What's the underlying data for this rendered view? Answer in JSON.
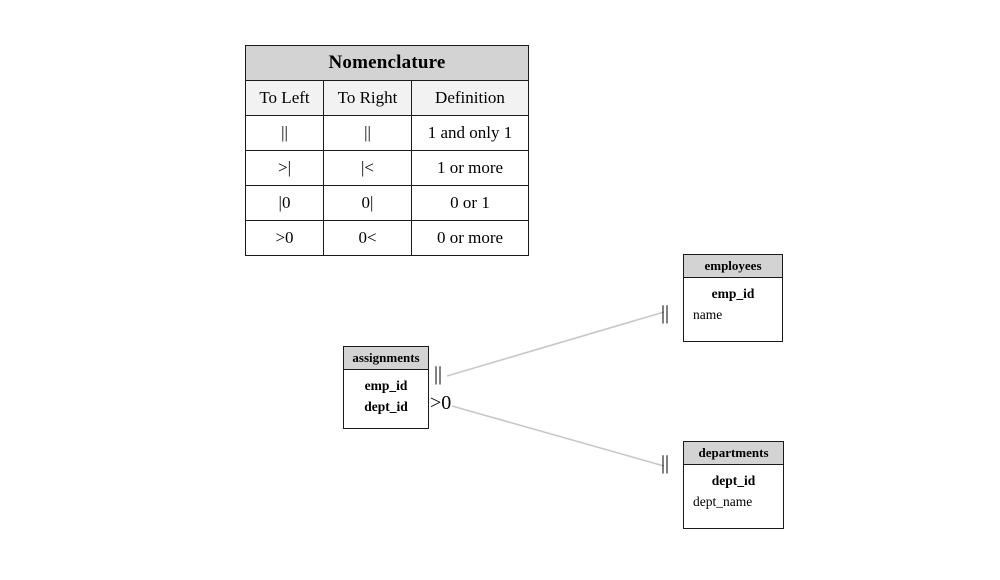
{
  "legend": {
    "title": "Nomenclature",
    "columns": [
      "To Left",
      "To Right",
      "Definition"
    ],
    "rows": [
      {
        "to_left": "||",
        "to_right": "||",
        "definition": "1 and only 1"
      },
      {
        "to_left": ">|",
        "to_right": "|<",
        "definition": "1 or more"
      },
      {
        "to_left": "|0",
        "to_right": "0|",
        "definition": "0 or 1"
      },
      {
        "to_left": ">0",
        "to_right": "0<",
        "definition": "0 or more"
      }
    ]
  },
  "entities": [
    {
      "id": "assignments",
      "name": "assignments",
      "fields": [
        {
          "label": "emp_id",
          "key": true
        },
        {
          "label": "dept_id",
          "key": true
        }
      ]
    },
    {
      "id": "employees",
      "name": "employees",
      "fields": [
        {
          "label": "emp_id",
          "key": true
        },
        {
          "label": "name",
          "key": false
        }
      ]
    },
    {
      "id": "departments",
      "name": "departments",
      "fields": [
        {
          "label": "dept_id",
          "key": true
        },
        {
          "label": "dept_name",
          "key": false
        }
      ]
    }
  ],
  "relationships": [
    {
      "id": "assignments-employees",
      "from": "assignments",
      "to": "employees",
      "from_cardinality": "||",
      "to_cardinality": "||",
      "from_meaning": "1 and only 1",
      "to_meaning": "1 and only 1"
    },
    {
      "id": "assignments-departments",
      "from": "assignments",
      "to": "departments",
      "from_cardinality": ">0",
      "to_cardinality": "||",
      "from_meaning": "0 or more",
      "to_meaning": "1 and only 1"
    }
  ],
  "colors": {
    "header_fill": "#d3d3d3",
    "subhead_fill": "#f2f2f2",
    "border": "#1a1a1a",
    "connector": "#c8c8c8",
    "background": "#ffffff"
  }
}
